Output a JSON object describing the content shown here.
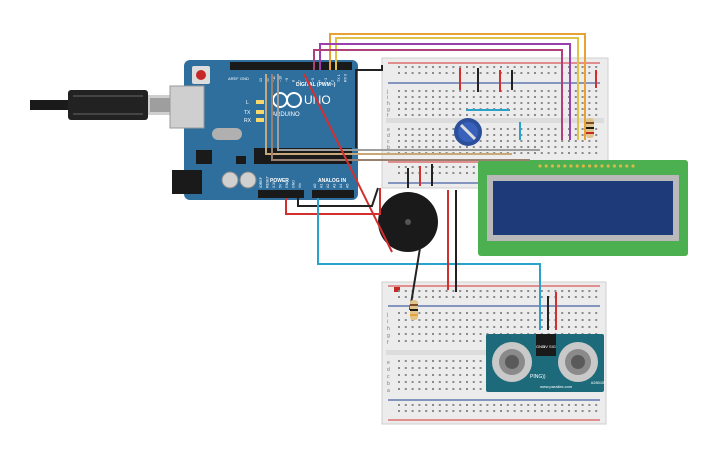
{
  "arduino": {
    "brand": "UNO",
    "logo_text": "ARDUINO",
    "digital_header": "DIGITAL (PWM~)",
    "power_header": "POWER",
    "analog_header": "ANALOG IN",
    "led_labels": [
      "L",
      "TX",
      "RX"
    ],
    "aref_label": "AREF",
    "gnd_label": "GND",
    "digital_pin_labels": [
      "13",
      "12",
      "~11",
      "~10",
      "~9",
      "8",
      "7",
      "~6",
      "~5",
      "4",
      "~3",
      "2",
      "TX 1",
      "RX 0"
    ],
    "power_pin_labels": [
      "IOREF",
      "RESET",
      "3.3V",
      "5V",
      "GND",
      "GND",
      "Vin"
    ],
    "analog_pin_labels": [
      "A0",
      "A1",
      "A2",
      "A3",
      "A4",
      "A5"
    ]
  },
  "breadboard": {
    "row_labels_top": [
      "j",
      "i",
      "h",
      "g",
      "f"
    ],
    "row_labels_bottom": [
      "e",
      "d",
      "c",
      "b",
      "a"
    ]
  },
  "ultrasonic": {
    "model": "PING))",
    "pins": [
      "GND",
      "5V",
      "SIG"
    ],
    "brand": "www.parallax.com",
    "part": "#28015"
  },
  "colors": {
    "arduino_board": "#2e6f9e",
    "breadboard": "#ececec",
    "lcd_pcb": "#4caf50",
    "lcd_screen": "#1f3a78",
    "sensor_pcb": "#1d6b7a",
    "wire_red": "#d32f2f",
    "wire_black": "#222222",
    "wire_blue": "#2aa1c9",
    "wire_orange": "#e8a233",
    "wire_yellow": "#e0c24a",
    "wire_purple": "#9b3fb0",
    "wire_pink": "#b0407a"
  },
  "icons": [
    "usb-cable-icon",
    "potentiometer-icon",
    "piezo-buzzer-icon",
    "resistor-icon",
    "lcd-display-icon",
    "ultrasonic-sensor-icon"
  ]
}
